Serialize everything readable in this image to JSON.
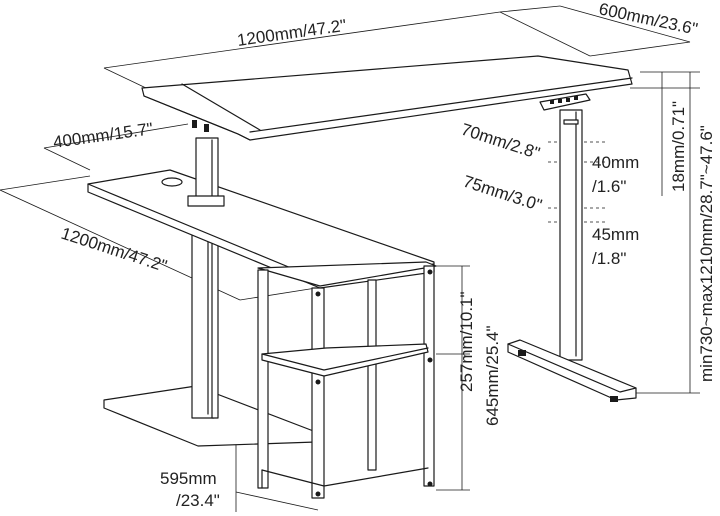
{
  "labels": {
    "top_width": "1200mm/47.2\"",
    "top_depth": "600mm/23.6\"",
    "return_depth": "400mm/15.7\"",
    "return_length": "1200mm/47.2\"",
    "top_thickness": "18mm/0.71\"",
    "total_height": "min730~max1210mm/28.7\"~47.6\"",
    "column_outer_a": "70mm/2.8\"",
    "column_inner_a": "40mm",
    "column_inner_a_in": "/1.6\"",
    "column_outer_b": "75mm/3.0\"",
    "column_inner_b": "45mm",
    "column_inner_b_in": "/1.8\"",
    "shelf_height": "257mm/10.1\"",
    "cabinet_height": "645mm/25.4\"",
    "cabinet_width": "595mm",
    "cabinet_width_in": "/23.4\""
  }
}
